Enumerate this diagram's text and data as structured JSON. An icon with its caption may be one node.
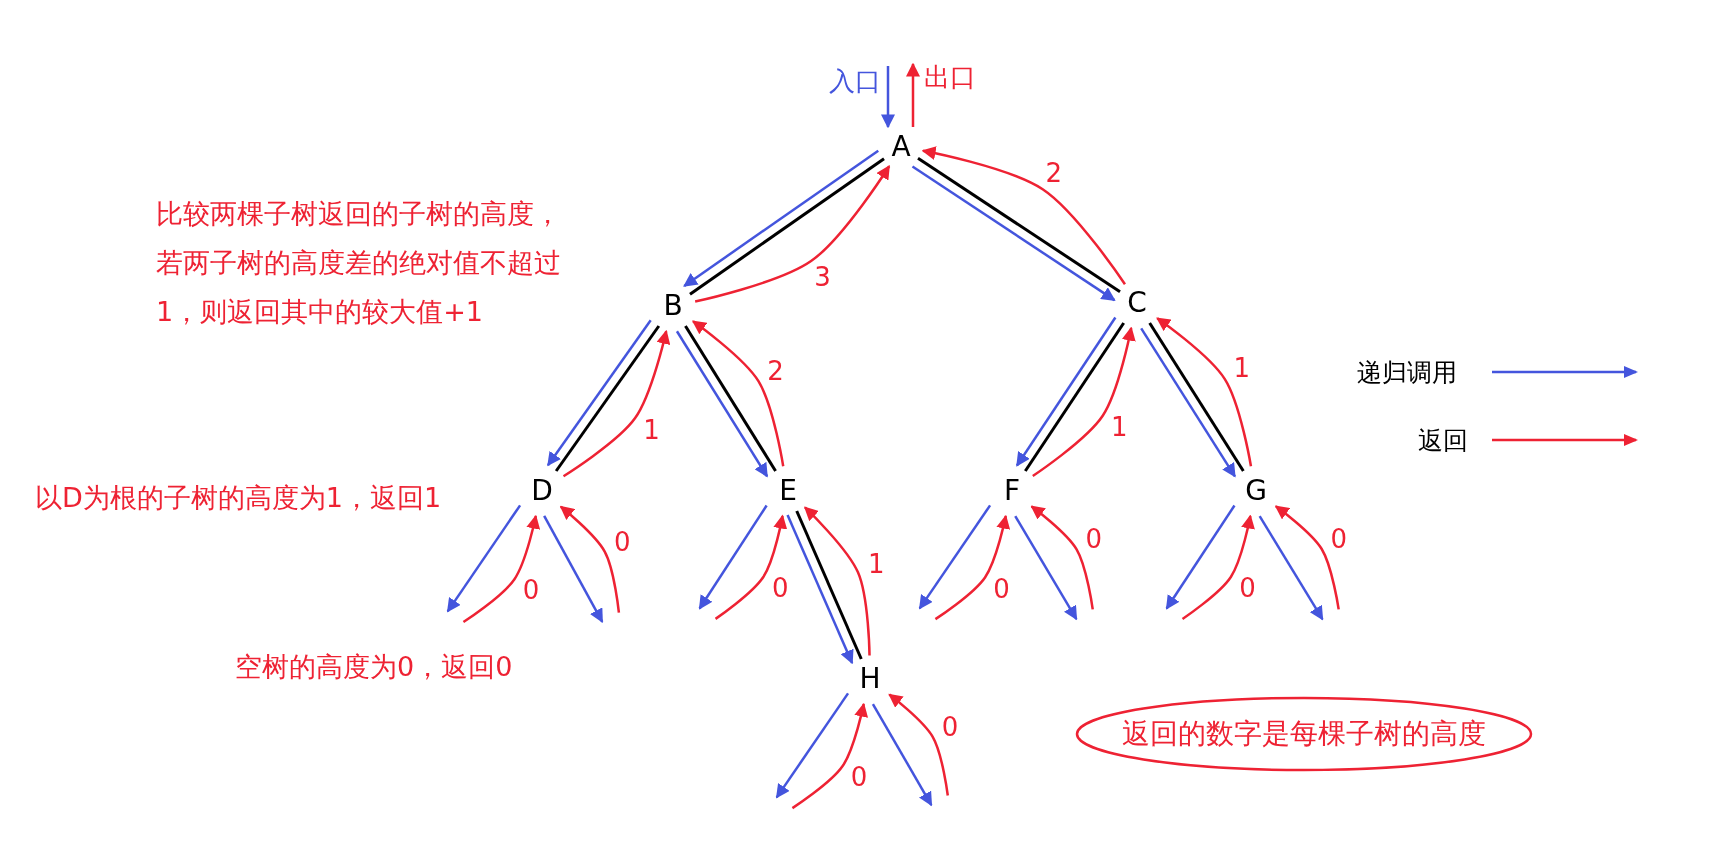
{
  "diagram": {
    "nodes": [
      {
        "text": [
          "A"
        ]
      },
      {
        "text": [
          "B"
        ]
      },
      {
        "text": [
          "C"
        ]
      },
      {
        "text": [
          "D"
        ]
      },
      {
        "text": [
          "E"
        ]
      },
      {
        "text": [
          "F"
        ]
      },
      {
        "text": [
          "G"
        ]
      },
      {
        "text": [
          "H"
        ]
      },
      {
        "text": [
          "返回的数字是每棵子树的高度"
        ]
      },
      {
        "text": [
          "入口"
        ]
      },
      {
        "text": [
          "出口"
        ]
      }
    ],
    "edges": [
      {
        "from": 0,
        "to": 1,
        "arrow": "none",
        "color": "#000000"
      },
      {
        "from": 0,
        "to": 2,
        "arrow": "none",
        "color": "#000000"
      },
      {
        "from": 1,
        "to": 3,
        "arrow": "none",
        "color": "#000000"
      },
      {
        "from": 1,
        "to": 4,
        "arrow": "none",
        "color": "#000000"
      },
      {
        "from": 2,
        "to": 5,
        "arrow": "none",
        "color": "#000000"
      },
      {
        "from": 2,
        "to": 6,
        "arrow": "none",
        "color": "#000000"
      },
      {
        "from": 4,
        "to": 7,
        "arrow": "none",
        "color": "#000000"
      },
      {
        "from": 0,
        "to": 1,
        "arrow": "to",
        "color": "#4455dd"
      },
      {
        "from": 0,
        "to": 2,
        "arrow": "to",
        "color": "#4455dd"
      },
      {
        "from": 1,
        "to": 3,
        "arrow": "to",
        "color": "#4455dd"
      },
      {
        "from": 1,
        "to": 4,
        "arrow": "to",
        "color": "#4455dd"
      },
      {
        "from": 2,
        "to": 5,
        "arrow": "to",
        "color": "#4455dd"
      },
      {
        "from": 2,
        "to": 6,
        "arrow": "to",
        "color": "#4455dd"
      },
      {
        "from": 4,
        "to": 7,
        "arrow": "to",
        "color": "#4455dd"
      },
      {
        "from": 1,
        "to": 0,
        "arrow": "to",
        "label": "3",
        "color": "#ee2233"
      },
      {
        "from": 2,
        "to": 0,
        "arrow": "to",
        "label": "2",
        "color": "#ee2233"
      },
      {
        "from": 3,
        "to": 1,
        "arrow": "to",
        "label": "1",
        "color": "#ee2233"
      },
      {
        "from": 4,
        "to": 1,
        "arrow": "to",
        "label": "2",
        "color": "#ee2233"
      },
      {
        "from": 5,
        "to": 2,
        "arrow": "to",
        "label": "1",
        "color": "#ee2233"
      },
      {
        "from": 6,
        "to": 2,
        "arrow": "to",
        "label": "1",
        "color": "#ee2233"
      },
      {
        "from": 7,
        "to": 4,
        "arrow": "to",
        "label": "1",
        "color": "#ee2233"
      },
      {
        "from": 3,
        "to": null,
        "arrow": "to",
        "color": "#4455dd"
      },
      {
        "from": null,
        "to": 3,
        "arrow": "to",
        "label": "0",
        "color": "#ee2233"
      },
      {
        "from": 3,
        "to": null,
        "arrow": "to",
        "color": "#4455dd"
      },
      {
        "from": null,
        "to": 3,
        "arrow": "to",
        "label": "0",
        "color": "#ee2233"
      },
      {
        "from": 4,
        "to": null,
        "arrow": "to",
        "color": "#4455dd"
      },
      {
        "from": null,
        "to": 4,
        "arrow": "to",
        "label": "0",
        "color": "#ee2233"
      },
      {
        "from": 5,
        "to": null,
        "arrow": "to",
        "color": "#4455dd"
      },
      {
        "from": null,
        "to": 5,
        "arrow": "to",
        "label": "0",
        "color": "#ee2233"
      },
      {
        "from": 5,
        "to": null,
        "arrow": "to",
        "color": "#4455dd"
      },
      {
        "from": null,
        "to": 5,
        "arrow": "to",
        "label": "0",
        "color": "#ee2233"
      },
      {
        "from": 6,
        "to": null,
        "arrow": "to",
        "color": "#4455dd"
      },
      {
        "from": null,
        "to": 6,
        "arrow": "to",
        "label": "0",
        "color": "#ee2233"
      },
      {
        "from": 6,
        "to": null,
        "arrow": "to",
        "color": "#4455dd"
      },
      {
        "from": null,
        "to": 6,
        "arrow": "to",
        "label": "0",
        "color": "#ee2233"
      },
      {
        "from": 7,
        "to": null,
        "arrow": "to",
        "color": "#4455dd"
      },
      {
        "from": null,
        "to": 7,
        "arrow": "to",
        "label": "0",
        "color": "#ee2233"
      },
      {
        "from": 7,
        "to": null,
        "arrow": "to",
        "color": "#4455dd"
      },
      {
        "from": null,
        "to": 7,
        "arrow": "to",
        "label": "0",
        "color": "#ee2233"
      },
      {
        "from": 9,
        "to": 0,
        "arrow": "to",
        "color": "#4455dd"
      },
      {
        "from": 0,
        "to": 10,
        "arrow": "to",
        "color": "#ee2233"
      }
    ],
    "labels": [
      "比较两棵子树返回的子树的高度，若两子树的高度差的绝对值不超过1，则返回其中的较大值+1",
      "以D为根的子树的高度为1，返回1",
      "空树的高度为0，返回0"
    ],
    "legend": [
      {
        "text": "递归调用"
      },
      {
        "text": "返回"
      }
    ]
  }
}
